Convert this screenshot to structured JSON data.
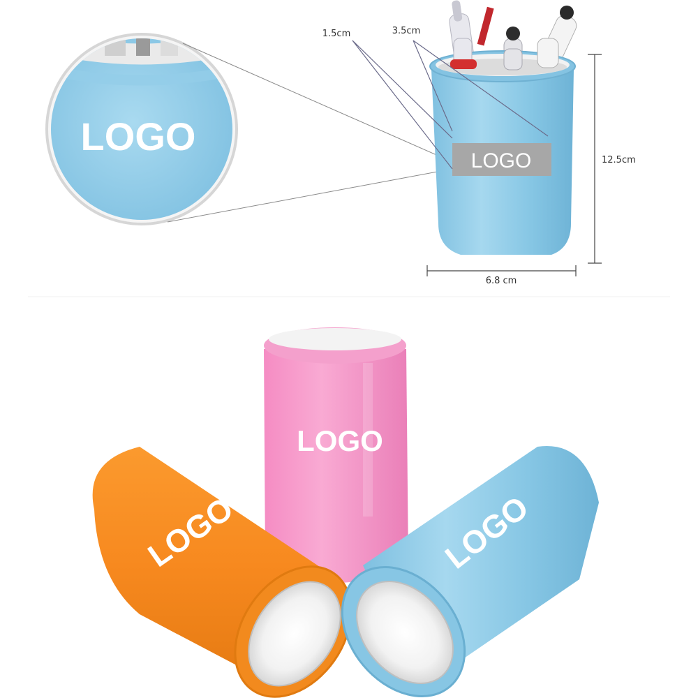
{
  "dimensions": {
    "border_width": "1.5cm",
    "print_height": "3.5cm",
    "height": "12.5cm",
    "width": "6.8 cm"
  },
  "logo_text": "LOGO",
  "colors": {
    "blue": "#8cc9e6",
    "pink": "#f28fc0",
    "orange": "#f7891f",
    "white_rim": "#efefef"
  }
}
